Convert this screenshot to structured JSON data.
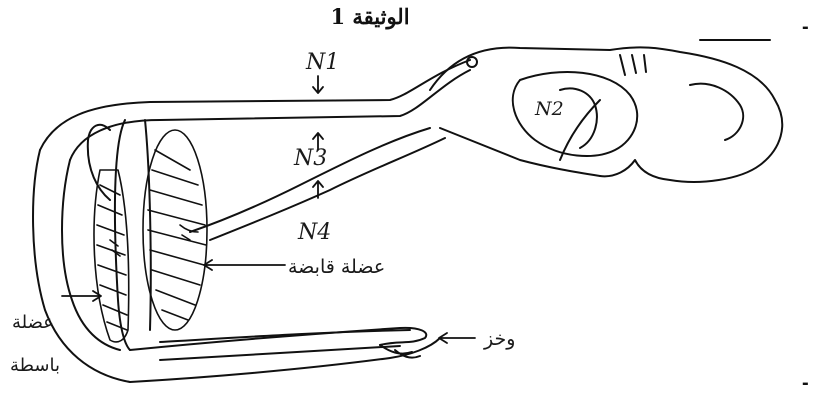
{
  "document": {
    "title": "الوثيقة 1",
    "dash_top": "-",
    "dash_bottom": "-"
  },
  "labels": {
    "n1": "N1",
    "n2": "N2",
    "n3": "N3",
    "n4": "N4",
    "flexor_muscle": "عضلة قابضة",
    "stimulus": "وخز",
    "extensor_line1": "عضلة",
    "extensor_line2": "باسطة"
  }
}
